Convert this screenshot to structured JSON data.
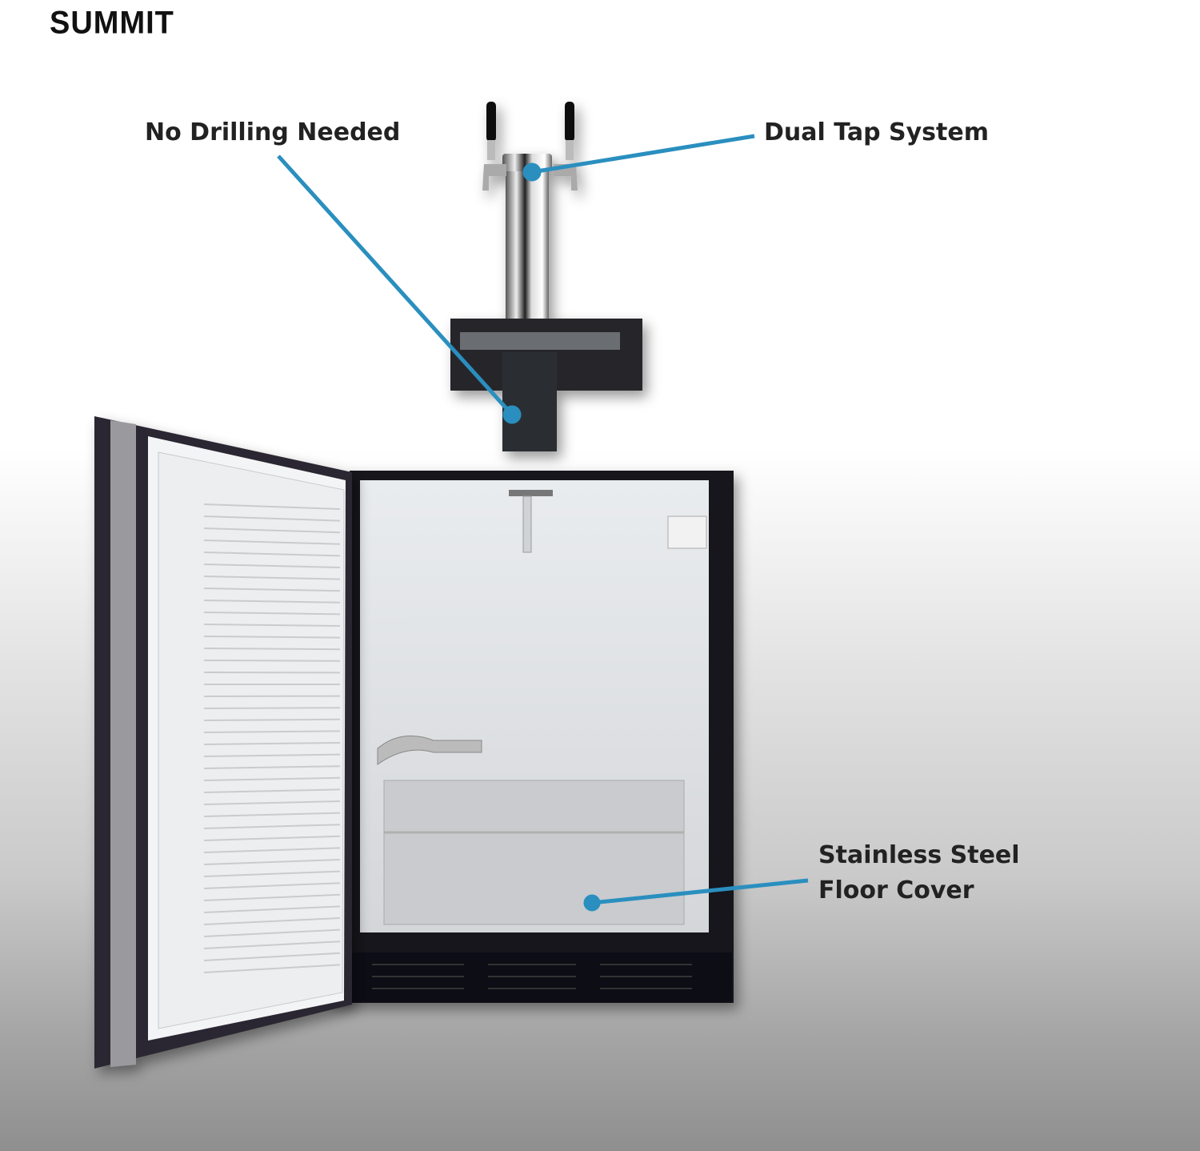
{
  "brand": {
    "logo_text": "SUMMIT"
  },
  "callouts": {
    "no_drilling": "No Drilling Needed",
    "dual_tap": "Dual Tap System",
    "floor_cover_line1": "Stainless Steel",
    "floor_cover_line2": "Floor Cover"
  },
  "colors": {
    "callout_line": "#2a8fbf",
    "text": "#222222"
  }
}
